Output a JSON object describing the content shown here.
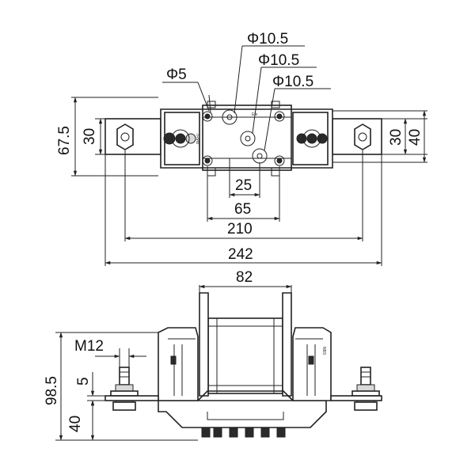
{
  "top_view": {
    "phi_hole_small": "Φ5",
    "phi_hole_1": "Φ10.5",
    "phi_hole_2": "Φ10.5",
    "phi_hole_3": "Φ10.5",
    "dim_67_5": "67.5",
    "dim_30_left": "30",
    "dim_30_right": "30",
    "dim_40": "40",
    "dim_25": "25",
    "dim_65": "65",
    "dim_210": "210",
    "dim_242": "242",
    "body_mark_1": "Ele",
    "body_mark_2": "TRMB"
  },
  "front_view": {
    "dim_82": "82",
    "dim_m12": "M12",
    "dim_5": "5",
    "dim_98_5": "98.5",
    "dim_40": "40",
    "body_mark": "NBS"
  },
  "colors": {
    "line": "#222222",
    "fill_dark": "#2a2a2a",
    "fill_grey": "#d9d9d9"
  }
}
